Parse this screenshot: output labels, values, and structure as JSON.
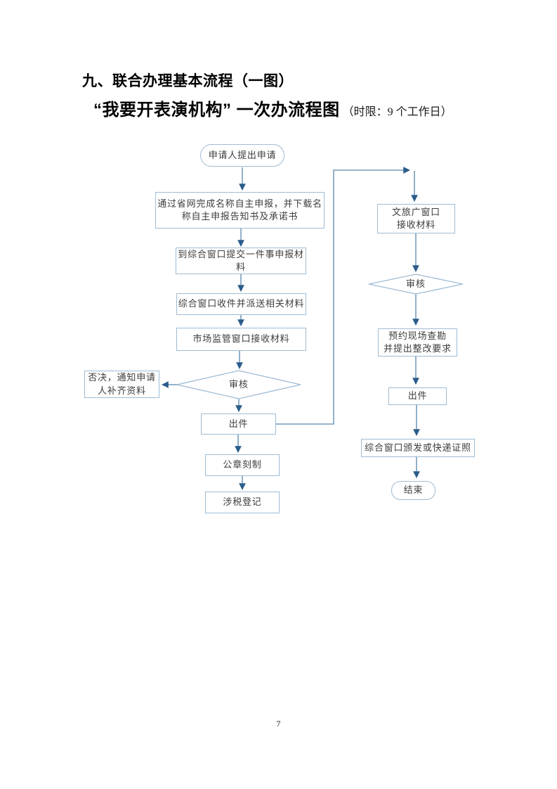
{
  "page": {
    "heading": "九、联合办理基本流程（一图）",
    "subtitle_main": "“我要开表演机构” 一次办流程图",
    "subtitle_note": "（时限：9 个工作日）",
    "number": "7"
  },
  "colors": {
    "line": "#5785AC",
    "arrow": "#2A5C8A",
    "node_border": "#9FBCD4",
    "node_text": "#3D3D3D"
  },
  "flowchart": {
    "nodes": [
      {
        "id": "start",
        "type": "terminator",
        "label": "申请人提出申请"
      },
      {
        "id": "self-declare",
        "type": "process",
        "label": "通过省网完成名称自主申报，并下载名\n称自主申报告知书及承诺书"
      },
      {
        "id": "submit-materials",
        "type": "process",
        "label": "到综合窗口提交一件事申报材\n料"
      },
      {
        "id": "receive-dispatch",
        "type": "process",
        "label": "综合窗口收件并派送相关材料"
      },
      {
        "id": "market-window",
        "type": "process",
        "label": "市场监管窗口接收材料"
      },
      {
        "id": "review-left",
        "type": "decision",
        "label": "审核"
      },
      {
        "id": "reject-notice",
        "type": "process",
        "label": "否决，通知申请\n人补齐资料"
      },
      {
        "id": "issue-left",
        "type": "process",
        "label": "出件"
      },
      {
        "id": "seal-engraving",
        "type": "process",
        "label": "公章刻制"
      },
      {
        "id": "tax-registration",
        "type": "process",
        "label": "涉税登记"
      },
      {
        "id": "culture-window",
        "type": "process",
        "label": "文旅广窗口\n接收材料"
      },
      {
        "id": "review-right",
        "type": "decision",
        "label": "审核"
      },
      {
        "id": "site-survey",
        "type": "process",
        "label": "预约现场查勘\n并提出整改要求"
      },
      {
        "id": "issue-right",
        "type": "process",
        "label": "出件"
      },
      {
        "id": "deliver-license",
        "type": "process",
        "label": "综合窗口颁发或快递证照"
      },
      {
        "id": "end",
        "type": "terminator",
        "label": "结束"
      }
    ]
  }
}
